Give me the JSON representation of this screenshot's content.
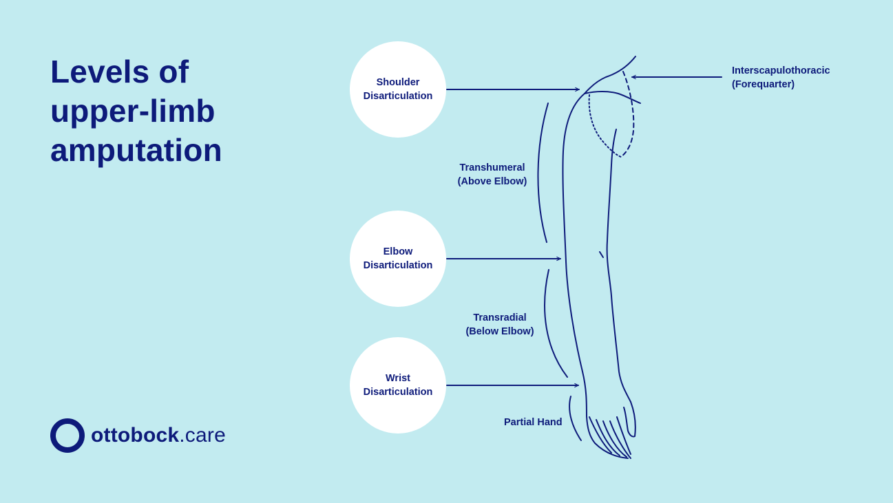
{
  "title": {
    "line1": "Levels of",
    "line2": "upper-limb",
    "line3": "amputation"
  },
  "levels": {
    "shoulder": {
      "line1": "Shoulder",
      "line2": "Disarticulation"
    },
    "elbow": {
      "line1": "Elbow",
      "line2": "Disarticulation"
    },
    "wrist": {
      "line1": "Wrist",
      "line2": "Disarticulation"
    },
    "interscapulothoracic": {
      "line1": "Interscapulothoracic",
      "line2": "(Forequarter)"
    },
    "transhumeral": {
      "line1": "Transhumeral",
      "line2": "(Above Elbow)"
    },
    "transradial": {
      "line1": "Transradial",
      "line2": "(Below Elbow)"
    },
    "partial_hand": {
      "line1": "Partial Hand"
    }
  },
  "logo": {
    "brand": "ottobock",
    "tld": ".care"
  },
  "colors": {
    "background": "#c2ebf0",
    "ink": "#0d1a7a",
    "circle": "#ffffff"
  }
}
